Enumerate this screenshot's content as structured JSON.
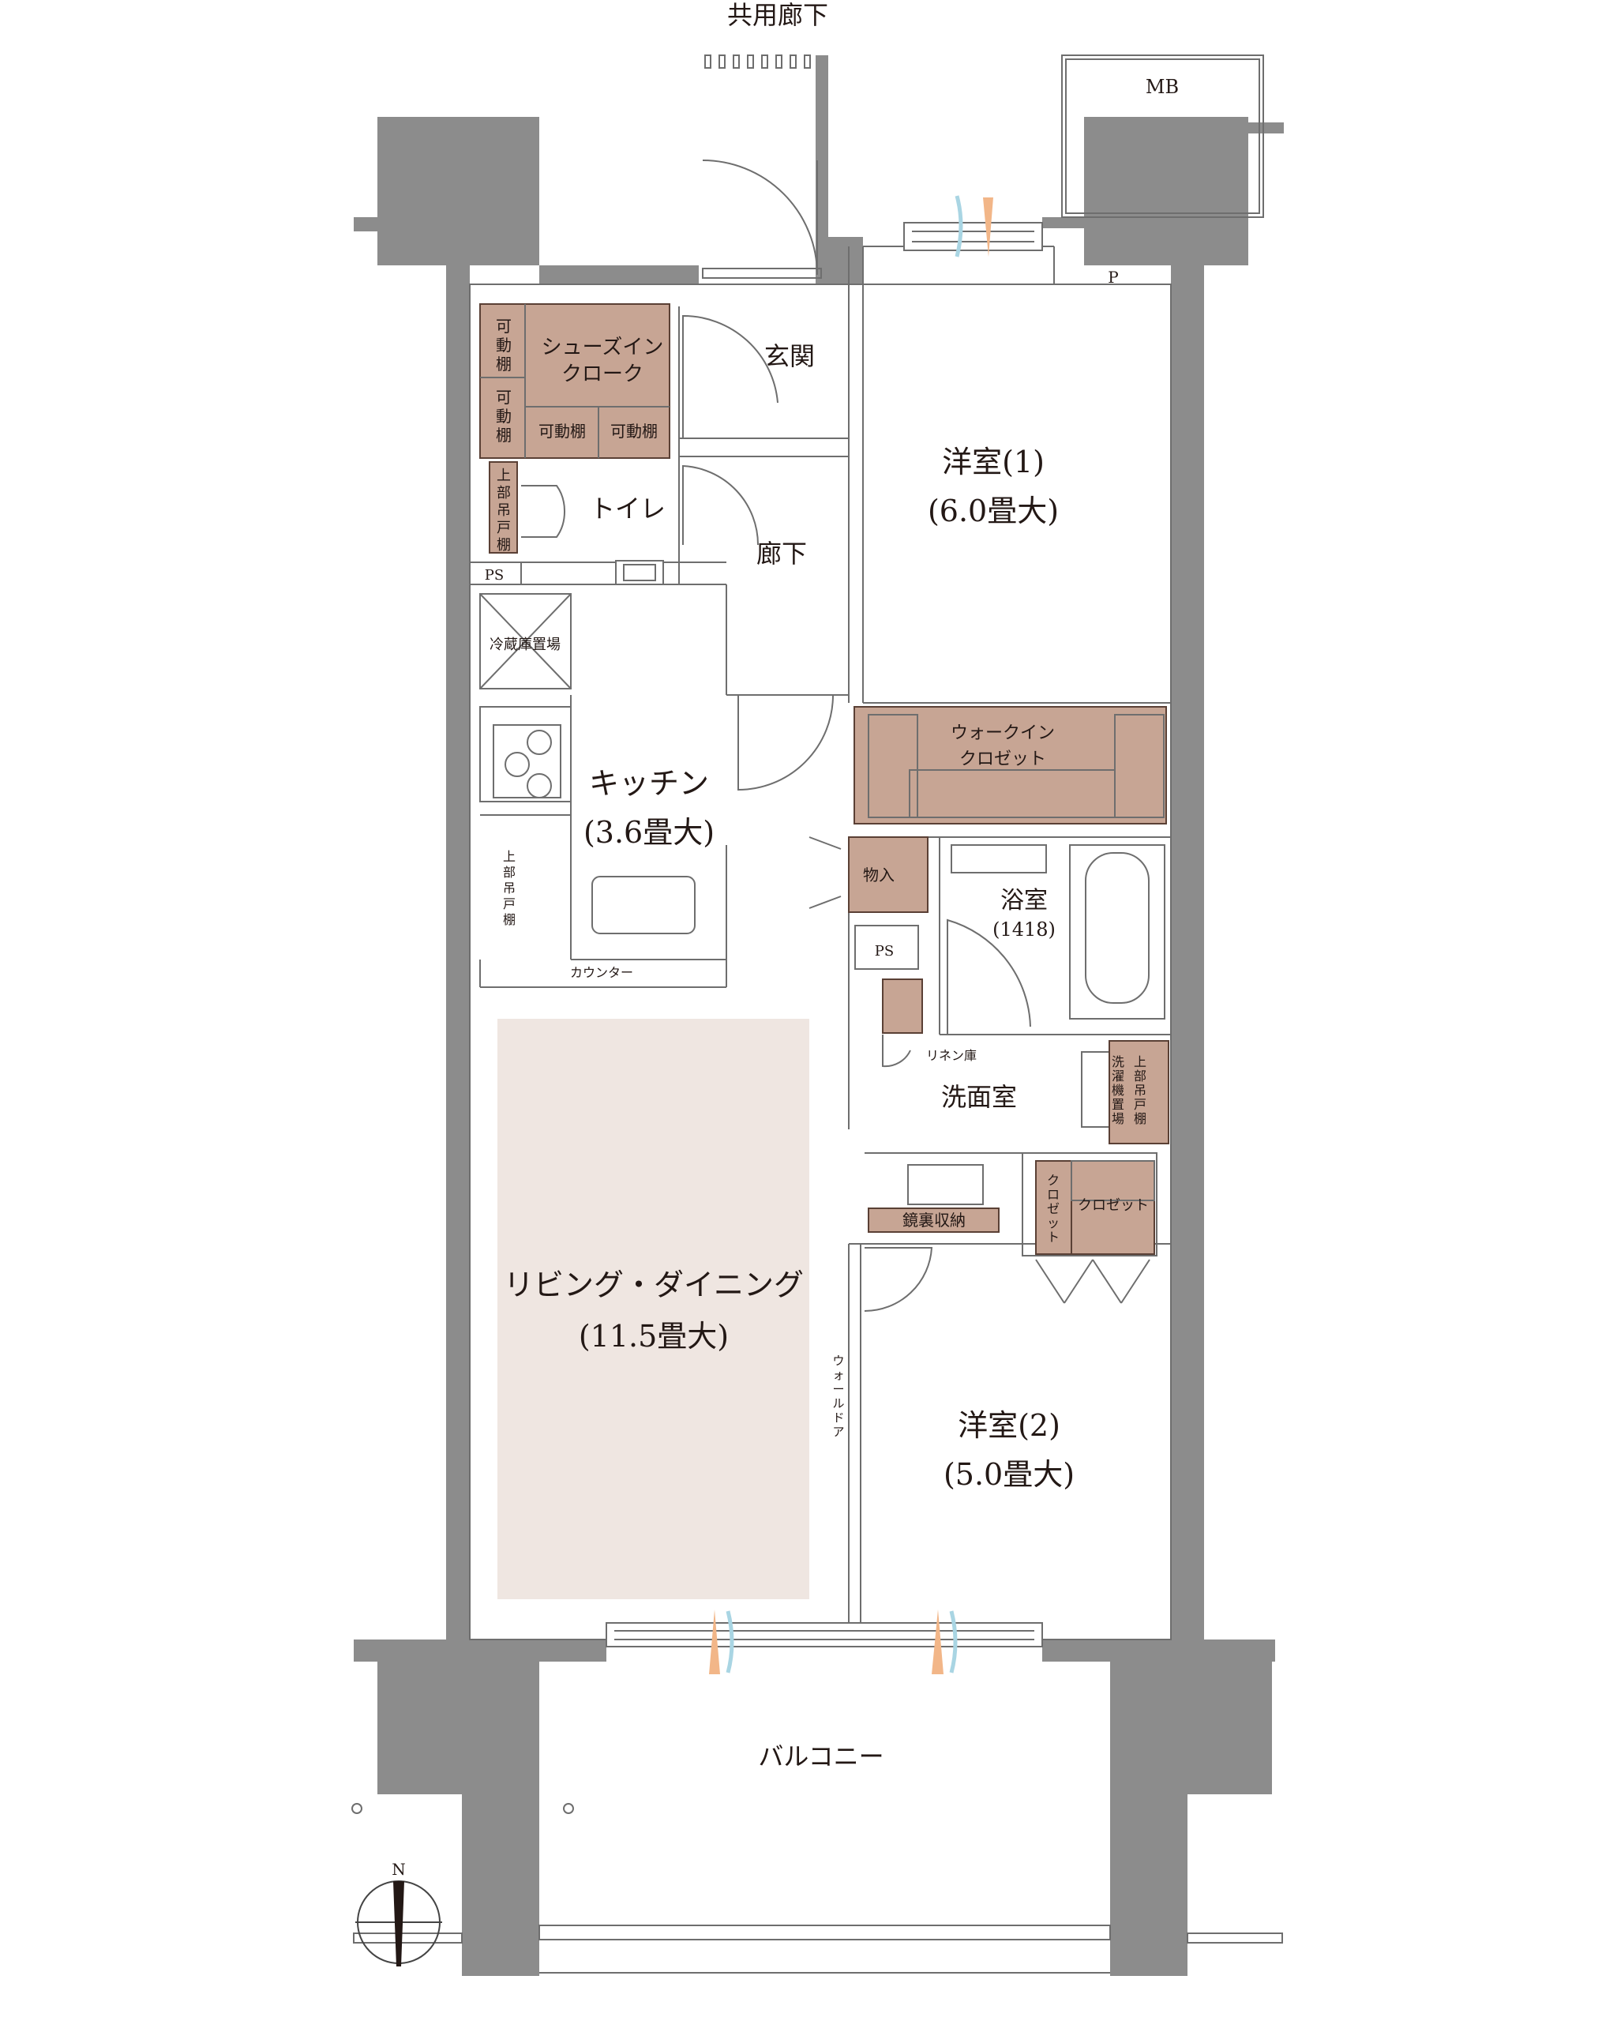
{
  "colors": {
    "wall": "#8c8c8c",
    "storage": "#c7a594",
    "living_floor": "#efe6e1",
    "vent_blue": "#a9d5e3",
    "vent_orange": "#f2b688",
    "text": "#231815"
  },
  "labels": {
    "corridor": "共用廊下",
    "mb": "MB",
    "p": "P",
    "entrance": "玄関",
    "shoe_closet_1": "シューズイン",
    "shoe_closet_2": "クローク",
    "movable_shelf_h": "可動棚",
    "movable_shelf_v": [
      "可",
      "動",
      "棚"
    ],
    "upper_cabinet_v": [
      "上",
      "部",
      "吊",
      "戸",
      "棚"
    ],
    "toilet": "トイレ",
    "ps": "PS",
    "hallway": "廊下",
    "western1_name": "洋室(1)",
    "western1_size": "(6.0畳大)",
    "walkin_1": "ウォークイン",
    "walkin_2": "クロゼット",
    "fridge": "冷蔵庫置場",
    "kitchen_name": "キッチン",
    "kitchen_size": "(3.6畳大)",
    "counter": "カウンター",
    "storage_room": "物入",
    "bathroom_name": "浴室",
    "bathroom_size": "(1418)",
    "linen": "リネン庫",
    "washroom": "洗面室",
    "washer_v": [
      "洗",
      "濯",
      "機",
      "置",
      "場"
    ],
    "mirror_storage": "鏡裏収納",
    "closet": "クロゼット",
    "closet_v": [
      "ク",
      "ロ",
      "ゼ",
      "ッ",
      "ト"
    ],
    "living_name": "リビング・ダイニング",
    "living_size": "(11.5畳大)",
    "wall_door_v": [
      "ウ",
      "ォ",
      "ー",
      "ル",
      "ド",
      "ア"
    ],
    "western2_name": "洋室(2)",
    "western2_size": "(5.0畳大)",
    "balcony": "バルコニー",
    "north": "N"
  }
}
